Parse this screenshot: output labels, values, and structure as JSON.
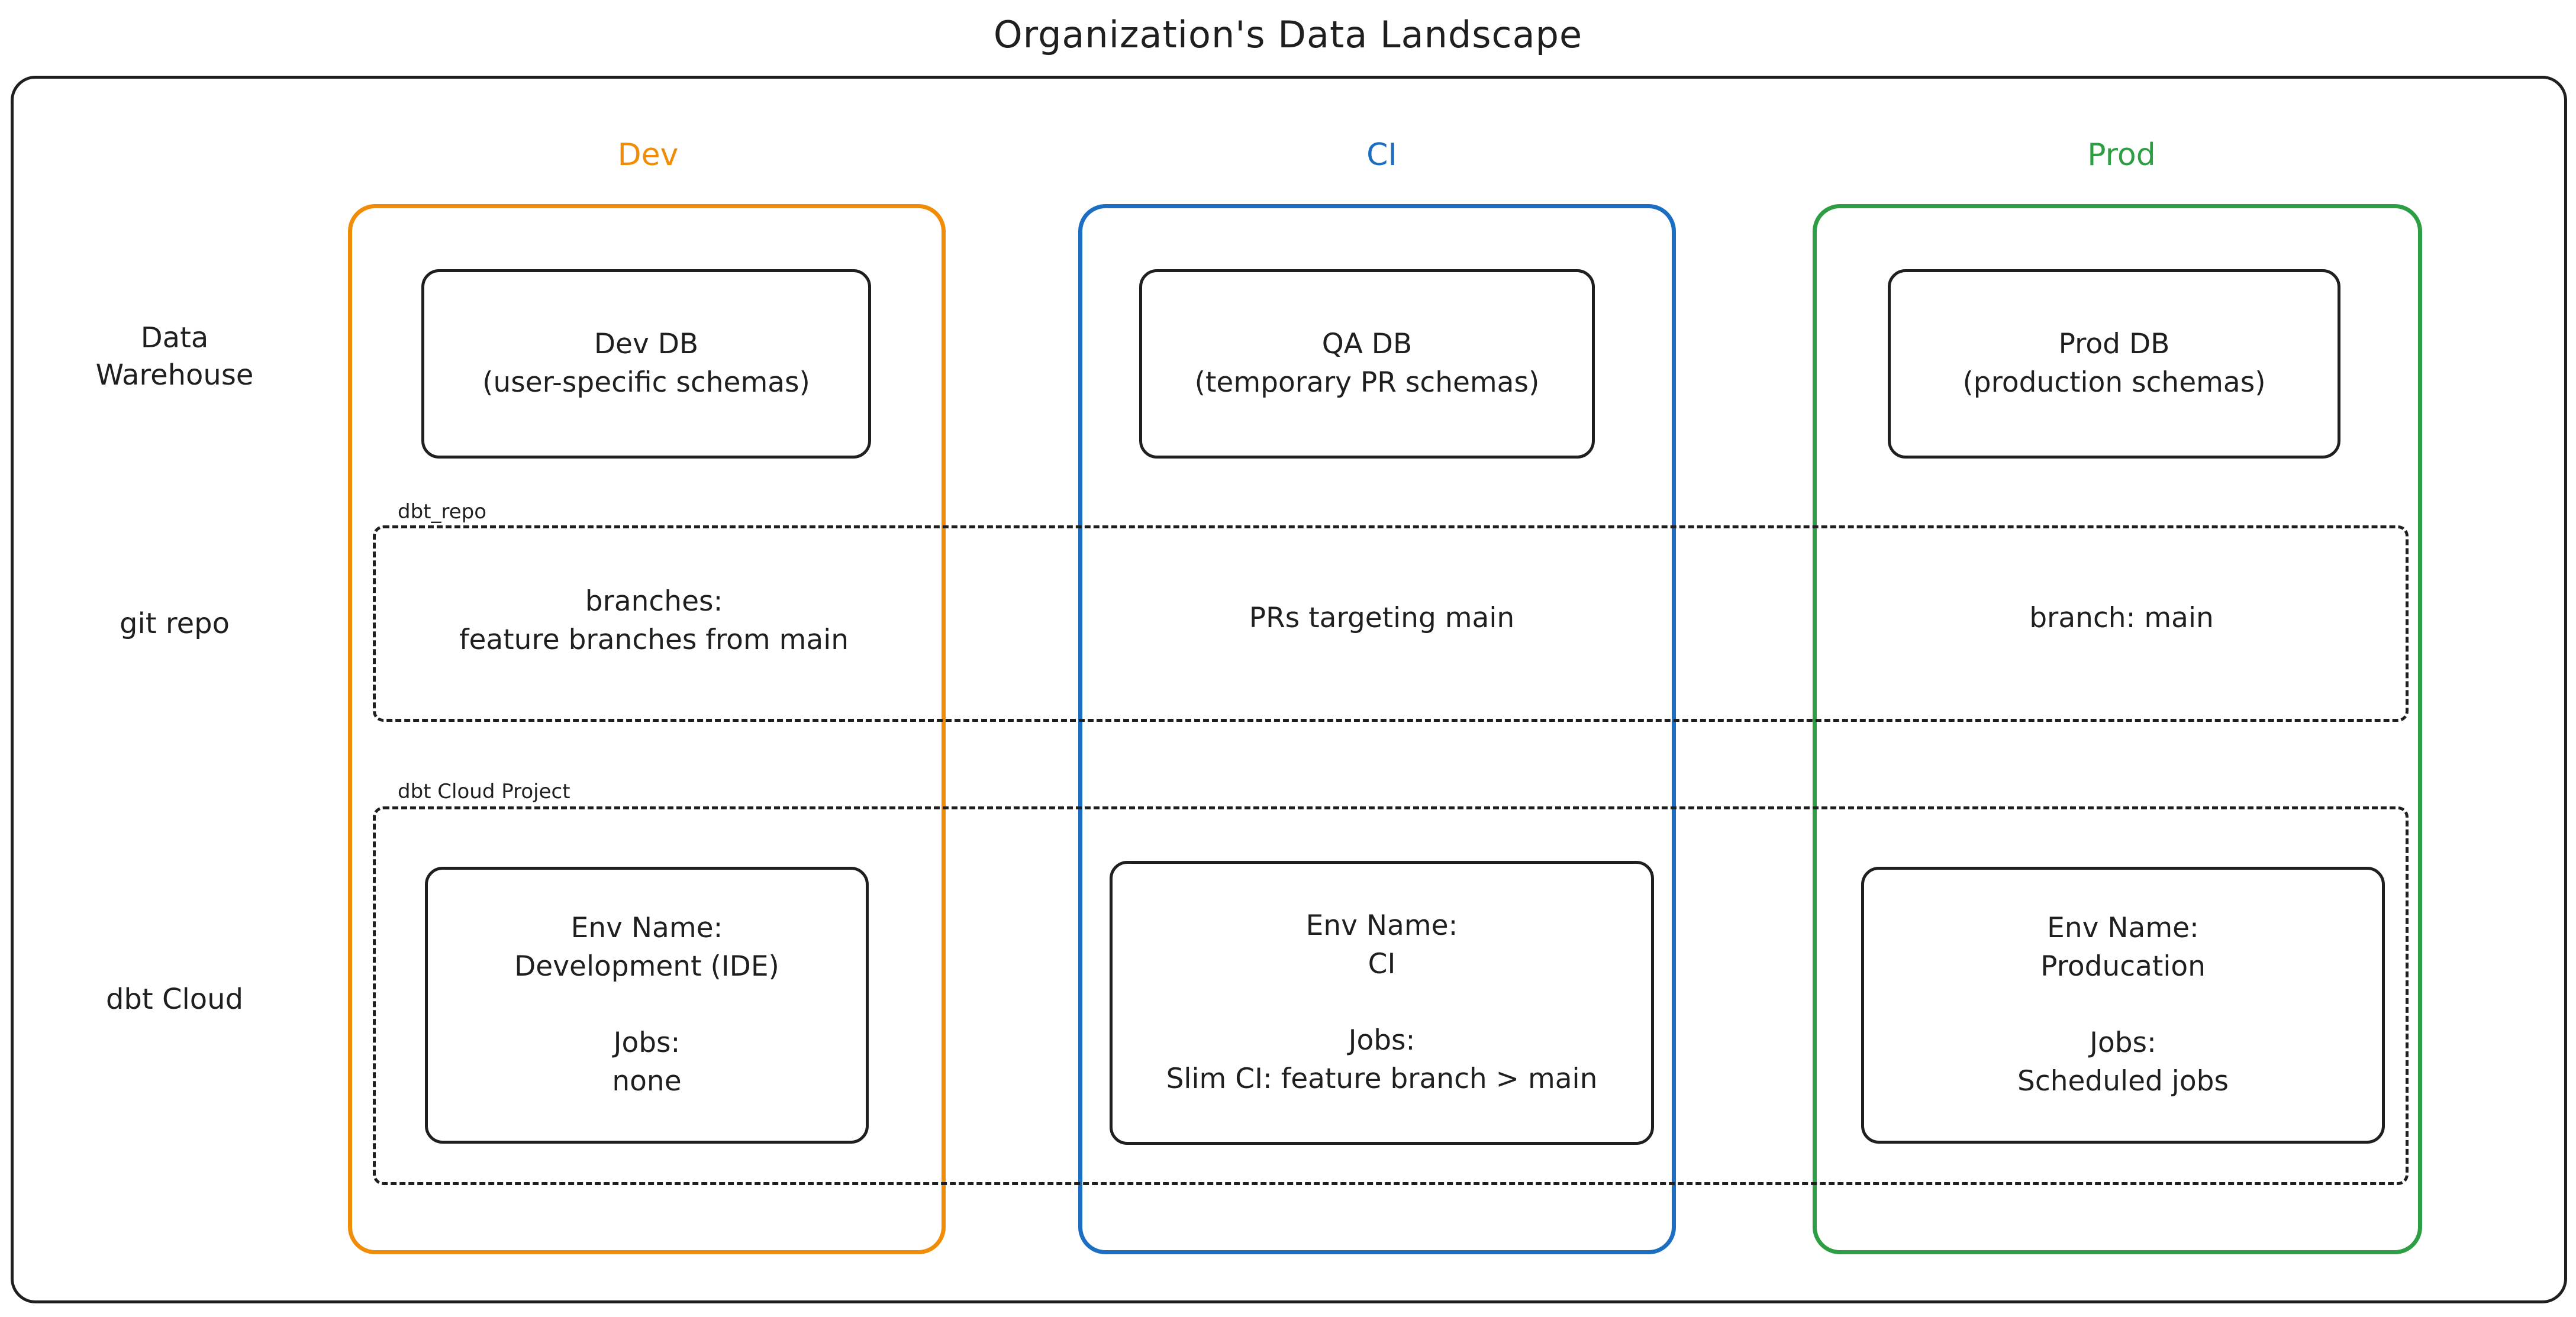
{
  "title": "Organization's Data Landscape",
  "columns": [
    {
      "id": "dev",
      "label": "Dev",
      "color": "#F08C05"
    },
    {
      "id": "ci",
      "label": "CI",
      "color": "#1B6EC2"
    },
    {
      "id": "prod",
      "label": "Prod",
      "color": "#2E9E44"
    }
  ],
  "rows": [
    {
      "id": "warehouse",
      "label": "Data\nWarehouse"
    },
    {
      "id": "git",
      "label": "git repo"
    },
    {
      "id": "dbt",
      "label": "dbt Cloud"
    }
  ],
  "groups": [
    {
      "id": "git_repo",
      "label": "dbt_repo"
    },
    {
      "id": "dbt_cloud_project",
      "label": "dbt Cloud Project"
    }
  ],
  "cells": {
    "warehouse": {
      "dev": "Dev DB\n(user-specific schemas)",
      "ci": "QA DB\n(temporary PR schemas)",
      "prod": "Prod DB\n(production schemas)"
    },
    "git": {
      "dev": "branches:\nfeature branches from main",
      "ci": "PRs targeting main",
      "prod": "branch: main"
    },
    "dbt": {
      "dev": "Env Name:\nDevelopment (IDE)\n\nJobs:\nnone",
      "ci": "Env Name:\nCI\n\nJobs:\nSlim CI: feature branch > main",
      "prod": "Env Name:\nProducation\n\nJobs:\nScheduled jobs"
    }
  },
  "colors": {
    "outline": "#1f1f1f",
    "background": "#ffffff",
    "dev": "#F08C05",
    "ci": "#1B6EC2",
    "prod": "#2E9E44"
  }
}
